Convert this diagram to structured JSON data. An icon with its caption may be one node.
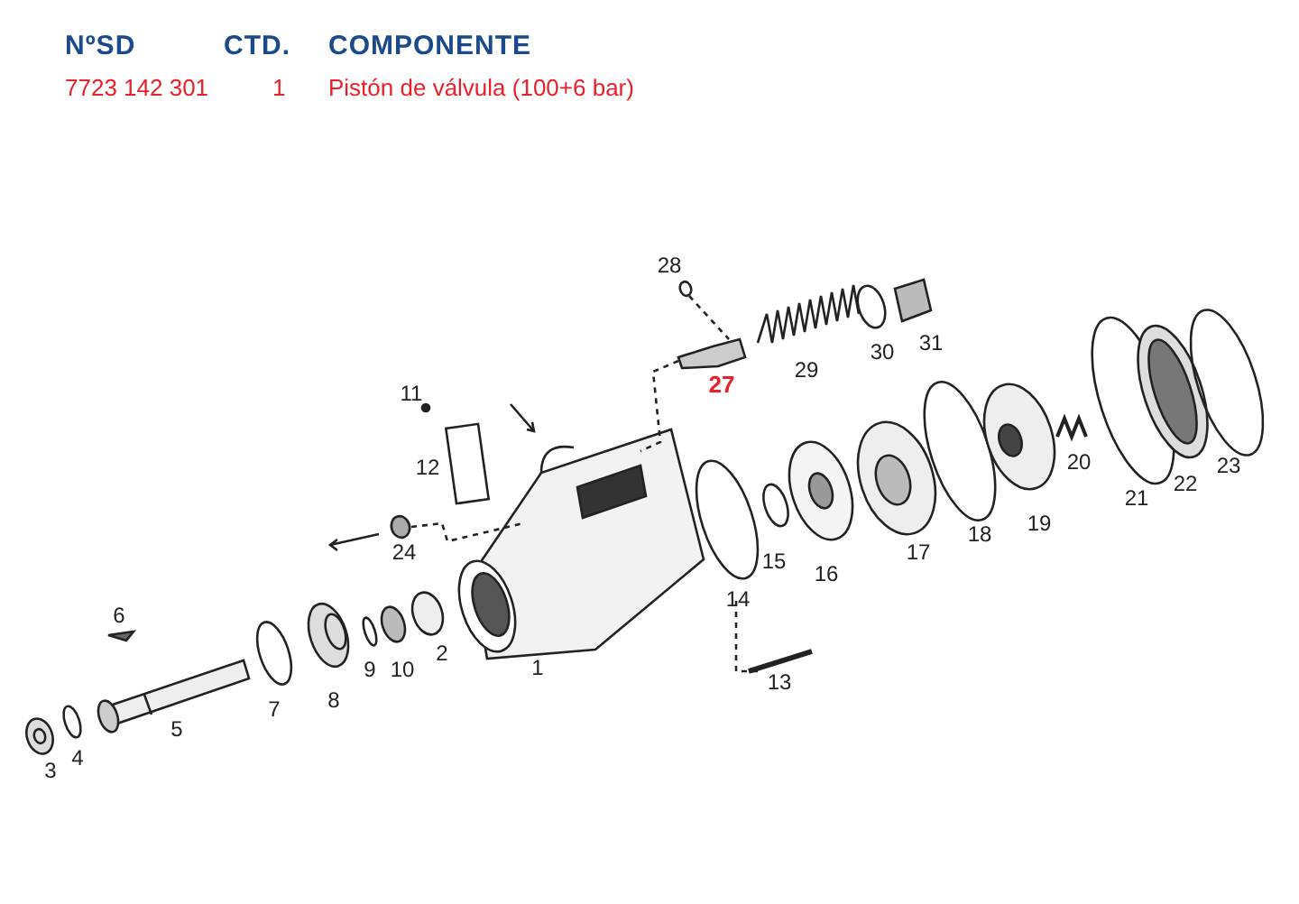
{
  "diagram": {
    "labels": [
      "NºSD",
      "CTD.",
      "COMPONENTE",
      "7723 142 301",
      "1",
      "Pistón de válvula (100+6 bar)",
      "28",
      "31",
      "30",
      "27",
      "29",
      "11",
      "23",
      "20",
      "12",
      "21",
      "22",
      "19",
      "18",
      "24",
      "17",
      "15",
      "16",
      "14",
      "6",
      "2",
      "1",
      "9",
      "10",
      "8",
      "13",
      "7",
      "5",
      "4",
      "3"
    ]
  }
}
